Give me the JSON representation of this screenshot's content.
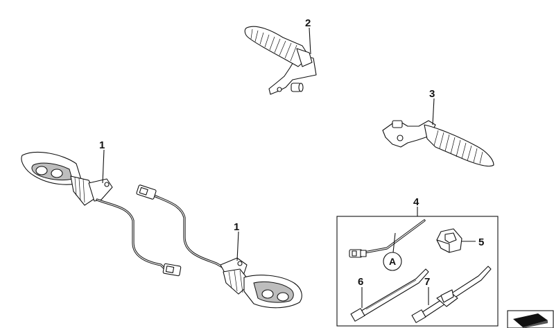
{
  "diagram": {
    "callouts": [
      {
        "id": "c1a",
        "label": "1"
      },
      {
        "id": "c1b",
        "label": "1"
      },
      {
        "id": "c2",
        "label": "2"
      },
      {
        "id": "c3",
        "label": "3"
      },
      {
        "id": "c4",
        "label": "4"
      },
      {
        "id": "c5",
        "label": "5"
      },
      {
        "id": "c6",
        "label": "6"
      },
      {
        "id": "c7",
        "label": "7"
      }
    ],
    "reference_marker": "A"
  },
  "colors": {
    "line": "#111111",
    "shade": "#bdbdbd",
    "background": "#ffffff"
  }
}
